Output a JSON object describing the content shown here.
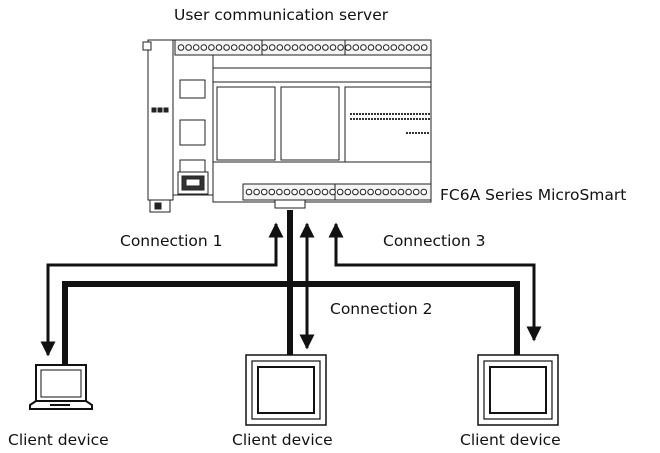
{
  "server": {
    "title": "User communication server",
    "plc_name": "FC6A Series MicroSmart"
  },
  "connections": [
    {
      "label": "Connection 1"
    },
    {
      "label": "Connection 2"
    },
    {
      "label": "Connection 3"
    }
  ],
  "clients": [
    {
      "label": "Client device",
      "device": "laptop-icon"
    },
    {
      "label": "Client device",
      "device": "touch-panel-icon"
    },
    {
      "label": "Client device",
      "device": "touch-panel-icon"
    }
  ]
}
